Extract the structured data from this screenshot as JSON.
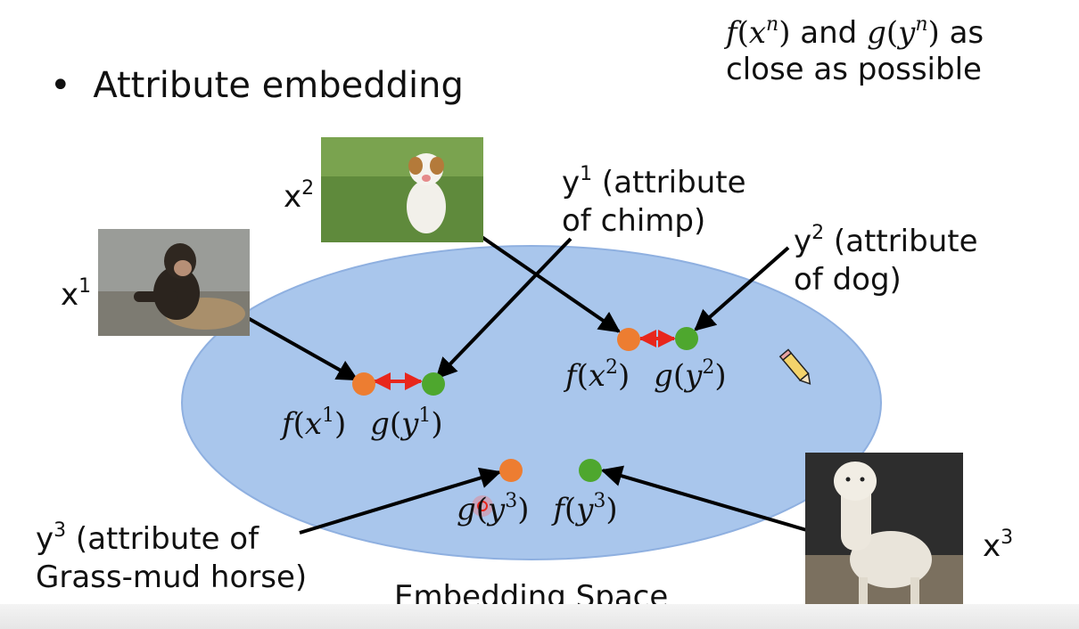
{
  "title": "Attribute embedding",
  "bullet": "•",
  "note": {
    "line1_a": "f",
    "line1_b": "(",
    "line1_c": "x",
    "line1_d": "n",
    "line1_e": ")",
    "line1_and": "and",
    "line1_f": "g",
    "line1_g": "(",
    "line1_h": "y",
    "line1_i": "n",
    "line1_j": ")",
    "line1_as": "as",
    "line2": "close as possible"
  },
  "images": {
    "x1": {
      "label": "x",
      "sup": "1",
      "subject": "chimp"
    },
    "x2": {
      "label": "x",
      "sup": "2",
      "subject": "dog"
    },
    "x3": {
      "label": "x",
      "sup": "3",
      "subject": "alpaca"
    }
  },
  "attributes": {
    "y1": {
      "sym": "y",
      "sup": "1",
      "line1_rest": " (attribute",
      "line2": "of chimp)"
    },
    "y2": {
      "sym": "y",
      "sup": "2",
      "line1_rest": " (attribute",
      "line2": "of dog)"
    },
    "y3": {
      "sym": "y",
      "sup": "3",
      "line1_rest": " (attribute of",
      "line2": "Grass-mud horse)"
    }
  },
  "points": {
    "p1": {
      "f": "f",
      "fx": "x",
      "fsup": "1",
      "g": "g",
      "gy": "y",
      "gsup": "1"
    },
    "p2": {
      "f": "f",
      "fx": "x",
      "fsup": "2",
      "g": "g",
      "gy": "y",
      "gsup": "2"
    },
    "p3": {
      "g": "g",
      "gy": "y",
      "gsup": "3",
      "f": "f",
      "fy": "y",
      "fsup": "3"
    }
  },
  "space_label": "Embedding Space",
  "colors": {
    "ellipse_fill": "#a9c6ec",
    "ellipse_stroke": "#8fb0e0",
    "orange": "#ed7d31",
    "green": "#4ea72e",
    "red_arrow": "#e8261c",
    "black_arrow": "#000000"
  },
  "icons": {
    "pencil": "pencil-cursor-icon",
    "pointer": "laser-pointer-icon"
  }
}
